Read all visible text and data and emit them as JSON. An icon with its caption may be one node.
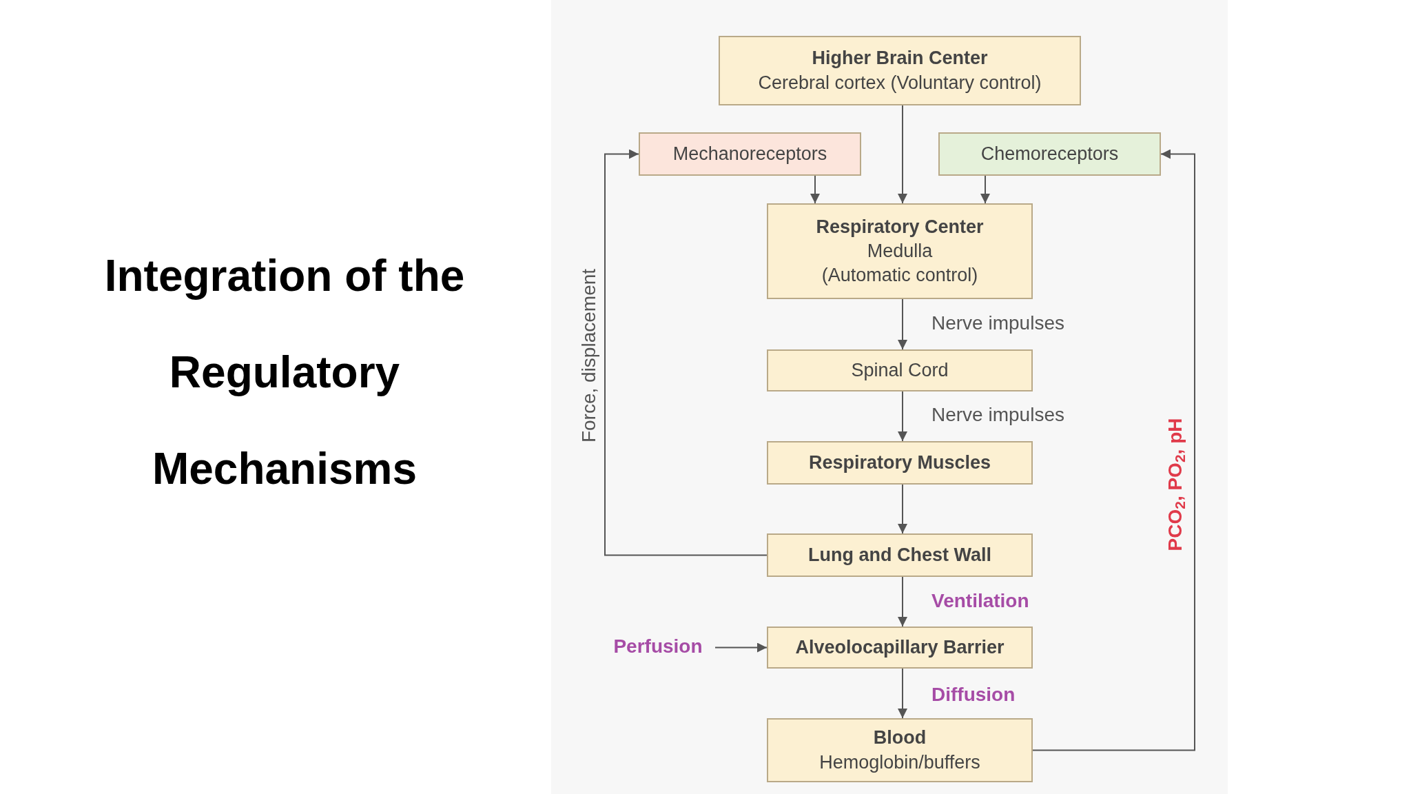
{
  "diagram": {
    "title": "Integration of the Regulatory Mechanisms",
    "nodes": [
      {
        "text": [
          "Higher Brain Center",
          "Cerebral cortex (Voluntary control)"
        ]
      },
      {
        "text": [
          "Mechanoreceptors"
        ]
      },
      {
        "text": [
          "Chemoreceptors"
        ]
      },
      {
        "text": [
          "Respiratory Center",
          "Medulla",
          "(Automatic control)"
        ]
      },
      {
        "text": [
          "Spinal Cord"
        ]
      },
      {
        "text": [
          "Respiratory Muscles"
        ]
      },
      {
        "text": [
          "Lung and Chest Wall"
        ]
      },
      {
        "text": [
          "Perfusion"
        ]
      },
      {
        "text": [
          "Alveolocapillary Barrier"
        ]
      },
      {
        "text": [
          "Blood",
          "Hemoglobin/buffers"
        ]
      }
    ],
    "edges": [
      {
        "from": 0,
        "to": 3,
        "arrow": "to"
      },
      {
        "from": 1,
        "to": 3,
        "arrow": "to"
      },
      {
        "from": 2,
        "to": 3,
        "arrow": "to"
      },
      {
        "from": 3,
        "to": 4,
        "arrow": "to",
        "label": "Nerve impulses"
      },
      {
        "from": 4,
        "to": 5,
        "arrow": "to",
        "label": "Nerve impulses"
      },
      {
        "from": 5,
        "to": 6,
        "arrow": "to"
      },
      {
        "from": 6,
        "to": 1,
        "arrow": "to",
        "label": "Force, displacement"
      },
      {
        "from": 6,
        "to": 8,
        "arrow": "to",
        "label": "Ventilation"
      },
      {
        "from": 7,
        "to": 8,
        "arrow": "to"
      },
      {
        "from": 8,
        "to": 9,
        "arrow": "to",
        "label": "Diffusion"
      },
      {
        "from": 9,
        "to": 2,
        "arrow": "to",
        "label": "PCO$_{2}$, PO$_{2}$, pH"
      }
    ]
  }
}
